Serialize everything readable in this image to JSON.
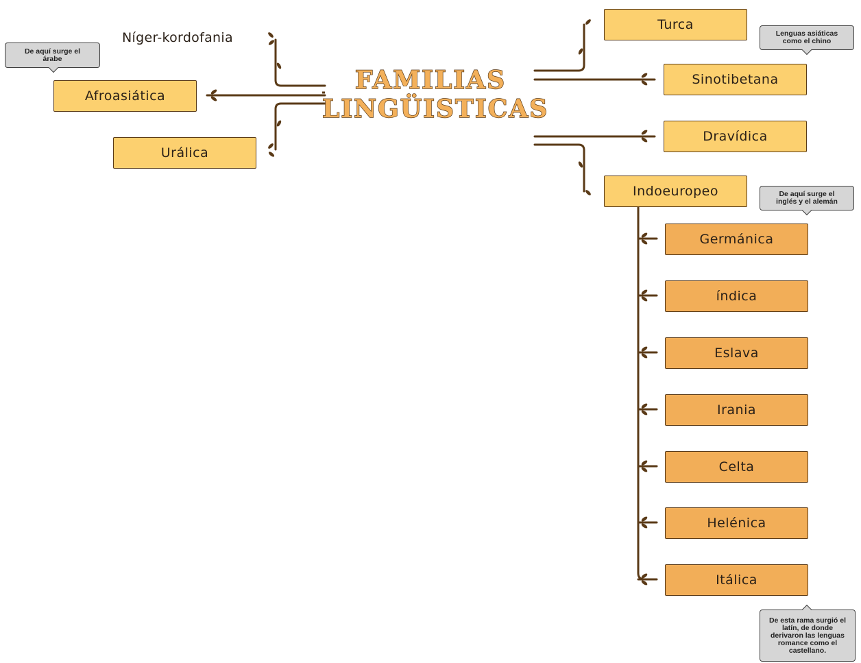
{
  "title": {
    "line1": "FAMILIAS",
    "line2": "LINGÜISTICAS"
  },
  "left_families": {
    "niger": "Níger-kordofania",
    "afroasiatica": "Afroasiática",
    "uralica": "Urálica"
  },
  "right_families": {
    "turca": "Turca",
    "sinotibetana": "Sinotibetana",
    "dravidica": "Dravídica",
    "indoeuropeo": "Indoeuropeo"
  },
  "indoeuropean_branches": [
    "Germánica",
    "índica",
    "Eslava",
    "Irania",
    "Celta",
    "Helénica",
    "Itálica"
  ],
  "callouts": {
    "arabe": "De aquí surge el árabe",
    "chino": "Lenguas asiáticas como el chino",
    "ingles": "De aquí surge el inglés y el alemán",
    "latin": "De esta rama surgió el latín, de donde derivaron las lenguas romance como el castellano."
  },
  "colors": {
    "branch": "#5a3a17",
    "family_fill": "#fcd06f",
    "subfamily_fill": "#f2ae58",
    "callout_fill": "#d6d6d6",
    "title_fill": "#f3b05a"
  }
}
